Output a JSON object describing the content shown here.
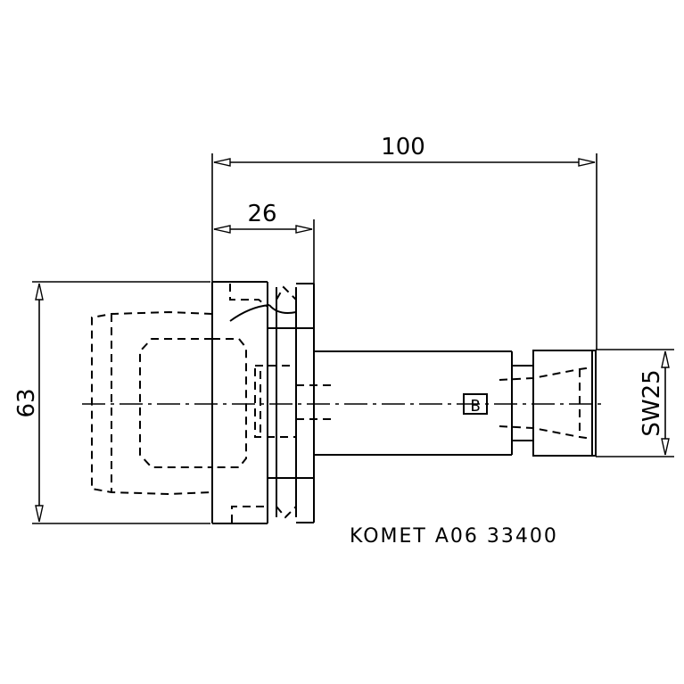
{
  "dimensions": {
    "overall_length": "100",
    "flange_length": "26",
    "diameter": "63",
    "wrench_size": "SW25"
  },
  "caption": "KOMET A06 33400",
  "marker": "B"
}
